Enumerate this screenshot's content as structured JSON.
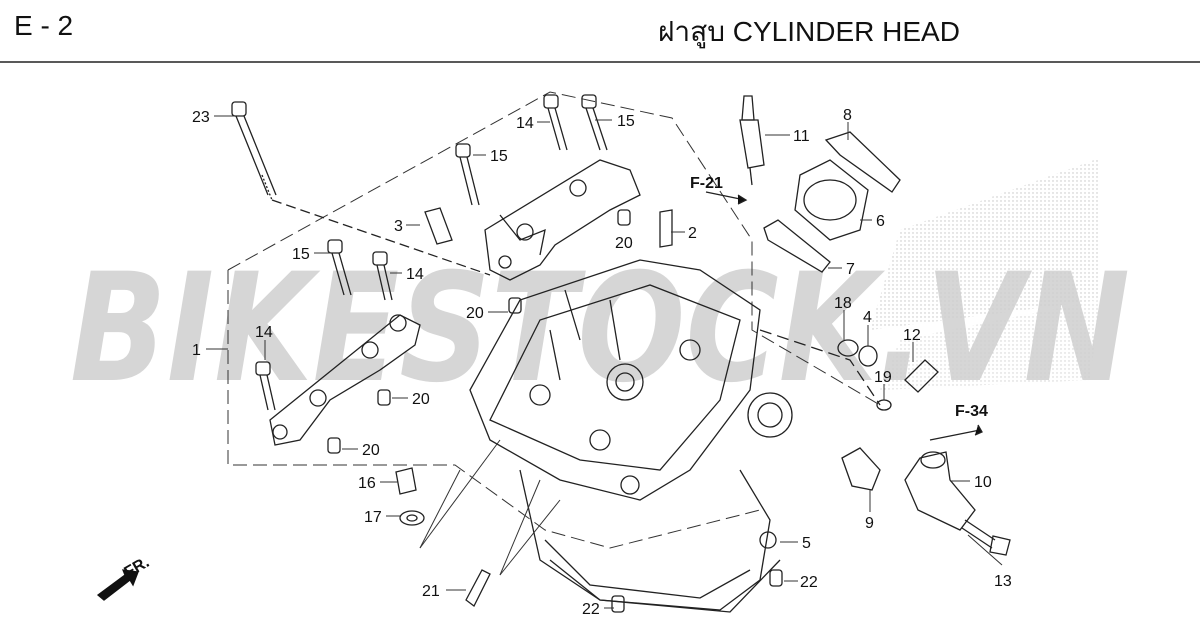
{
  "header": {
    "section_code": "E - 2",
    "title": "ฝาสูบ  CYLINDER HEAD"
  },
  "watermark": {
    "text": "BIKESTOCK.VN",
    "color_left": "#c9c9c9",
    "color_right": "#f3a9a9"
  },
  "direction_marker": {
    "text": "FR."
  },
  "references": [
    {
      "id": "ref-f21",
      "text": "F-21"
    },
    {
      "id": "ref-f34",
      "text": "F-34"
    }
  ],
  "callouts": [
    {
      "id": "c23",
      "text": "23"
    },
    {
      "id": "c14a",
      "text": "14"
    },
    {
      "id": "c15a",
      "text": "15"
    },
    {
      "id": "c15b",
      "text": "15"
    },
    {
      "id": "c11",
      "text": "11"
    },
    {
      "id": "c8",
      "text": "8"
    },
    {
      "id": "c3",
      "text": "3"
    },
    {
      "id": "c20a",
      "text": "20"
    },
    {
      "id": "c2",
      "text": "2"
    },
    {
      "id": "c6",
      "text": "6"
    },
    {
      "id": "c15c",
      "text": "15"
    },
    {
      "id": "c14b",
      "text": "14"
    },
    {
      "id": "c7",
      "text": "7"
    },
    {
      "id": "c20b",
      "text": "20"
    },
    {
      "id": "c18",
      "text": "18"
    },
    {
      "id": "c4",
      "text": "4"
    },
    {
      "id": "c12",
      "text": "12"
    },
    {
      "id": "c14c",
      "text": "14"
    },
    {
      "id": "c1",
      "text": "1"
    },
    {
      "id": "c19",
      "text": "19"
    },
    {
      "id": "c20c",
      "text": "20"
    },
    {
      "id": "c20d",
      "text": "20"
    },
    {
      "id": "c10",
      "text": "10"
    },
    {
      "id": "c16",
      "text": "16"
    },
    {
      "id": "c9",
      "text": "9"
    },
    {
      "id": "c17",
      "text": "17"
    },
    {
      "id": "c5",
      "text": "5"
    },
    {
      "id": "c13",
      "text": "13"
    },
    {
      "id": "c21",
      "text": "21"
    },
    {
      "id": "c22a",
      "text": "22"
    },
    {
      "id": "c22b",
      "text": "22"
    }
  ]
}
